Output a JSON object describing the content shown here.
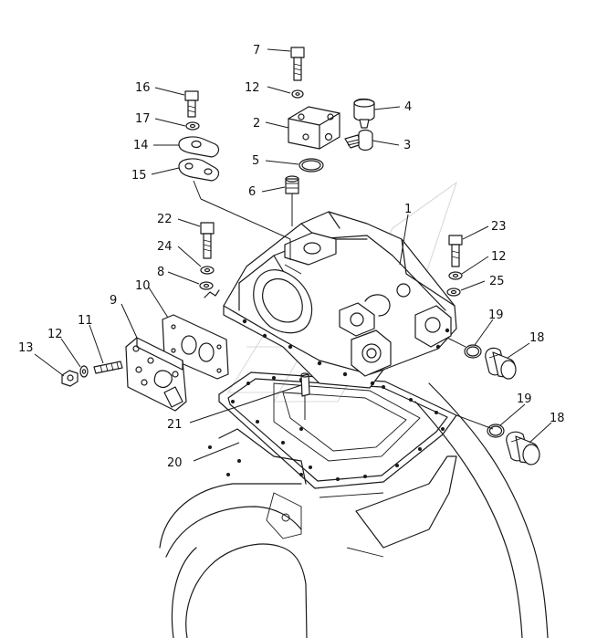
{
  "callouts": [
    {
      "id": "c7",
      "label": "7"
    },
    {
      "id": "c12a",
      "label": "12"
    },
    {
      "id": "c16",
      "label": "16"
    },
    {
      "id": "c4",
      "label": "4"
    },
    {
      "id": "c17",
      "label": "17"
    },
    {
      "id": "c2",
      "label": "2"
    },
    {
      "id": "c14",
      "label": "14"
    },
    {
      "id": "c3",
      "label": "3"
    },
    {
      "id": "c5",
      "label": "5"
    },
    {
      "id": "c15",
      "label": "15"
    },
    {
      "id": "c6",
      "label": "6"
    },
    {
      "id": "c1",
      "label": "1"
    },
    {
      "id": "c22",
      "label": "22"
    },
    {
      "id": "c23",
      "label": "23"
    },
    {
      "id": "c24",
      "label": "24"
    },
    {
      "id": "c12b",
      "label": "12"
    },
    {
      "id": "c8",
      "label": "8"
    },
    {
      "id": "c25",
      "label": "25"
    },
    {
      "id": "c10",
      "label": "10"
    },
    {
      "id": "c9",
      "label": "9"
    },
    {
      "id": "c19a",
      "label": "19"
    },
    {
      "id": "c11",
      "label": "11"
    },
    {
      "id": "c18a",
      "label": "18"
    },
    {
      "id": "c12c",
      "label": "12"
    },
    {
      "id": "c13",
      "label": "13"
    },
    {
      "id": "c19b",
      "label": "19"
    },
    {
      "id": "c21",
      "label": "21"
    },
    {
      "id": "c18b",
      "label": "18"
    },
    {
      "id": "c20",
      "label": "20"
    }
  ]
}
